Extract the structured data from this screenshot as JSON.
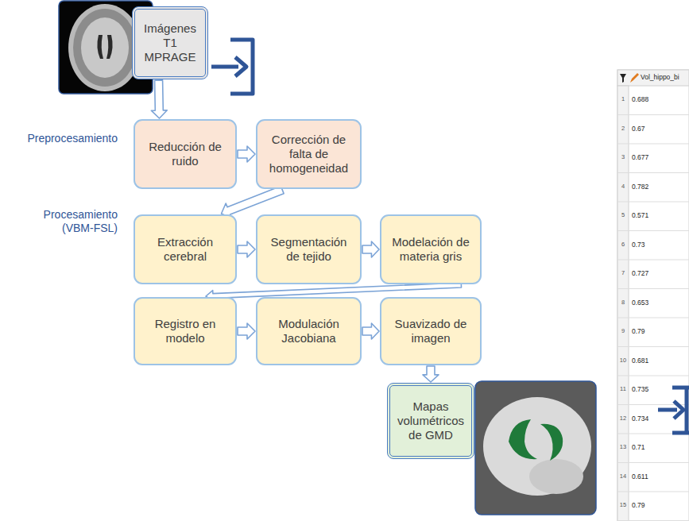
{
  "diagram": {
    "nodes": [
      {
        "text": [
          "Imágenes T1 MPRAGE"
        ]
      },
      {
        "text": [
          "Reducción de ruido"
        ]
      },
      {
        "text": [
          "Corrección de falta de homogeneidad"
        ]
      },
      {
        "text": [
          "Extracción cerebral"
        ]
      },
      {
        "text": [
          "Segmentación de tejido"
        ]
      },
      {
        "text": [
          "Modelación de materia gris"
        ]
      },
      {
        "text": [
          "Registro en modelo"
        ]
      },
      {
        "text": [
          "Modulación Jacobiana"
        ]
      },
      {
        "text": [
          "Suavizado de imagen"
        ]
      },
      {
        "text": [
          "Mapas volumétricos de GMD"
        ]
      }
    ],
    "edges": [
      {
        "from": 0,
        "to": 1,
        "arrow": "to"
      },
      {
        "from": 1,
        "to": 2,
        "arrow": "to"
      },
      {
        "from": 2,
        "to": 3,
        "arrow": "to"
      },
      {
        "from": 3,
        "to": 4,
        "arrow": "to"
      },
      {
        "from": 4,
        "to": 5,
        "arrow": "to"
      },
      {
        "from": 5,
        "to": 6,
        "arrow": "to"
      },
      {
        "from": 6,
        "to": 7,
        "arrow": "to"
      },
      {
        "from": 7,
        "to": 8,
        "arrow": "to"
      },
      {
        "from": 8,
        "to": 9,
        "arrow": "to"
      }
    ],
    "labels": [
      "Preprocesamiento",
      "Procesamiento (VBM-FSL)",
      "Vol_hippo_bi",
      "1",
      "0.688",
      "2",
      "0.67",
      "3",
      "0.677",
      "4",
      "0.782",
      "5",
      "0.571",
      "6",
      "0.73",
      "7",
      "0.727",
      "8",
      "0.653",
      "9",
      "0.79",
      "10",
      "0.681",
      "11",
      "0.735",
      "12",
      "0.734",
      "13",
      "0.71",
      "14",
      "0.611",
      "15",
      "0.79"
    ]
  }
}
